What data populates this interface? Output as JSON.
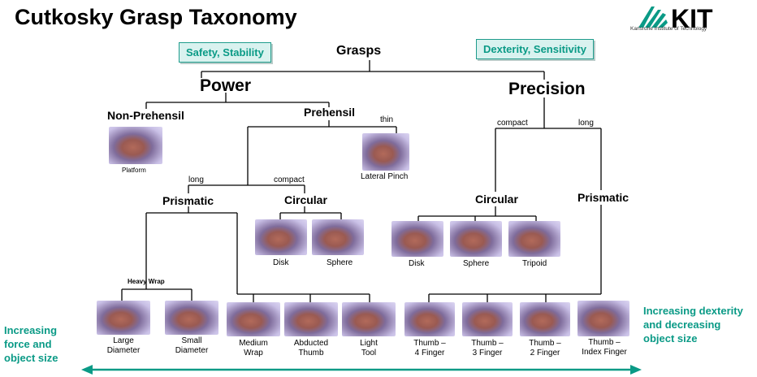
{
  "title": "Cutkosky Grasp Taxonomy",
  "logo": {
    "text": "KIT",
    "subtitle": "Karlsruhe Institute of Technology",
    "accent": "#0a9a86"
  },
  "tags": {
    "left": "Safety, Stability",
    "right": "Dexterity, Sensitivity"
  },
  "tree": {
    "root": "Grasps",
    "power": "Power",
    "precision": "Precision",
    "non_prehensil": "Non-Prehensil",
    "prehensil": "Prehensil",
    "power_prismatic": "Prismatic",
    "power_circular": "Circular",
    "heavy_wrap": "Heavy Wrap",
    "precision_circular": "Circular",
    "precision_prismatic": "Prismatic"
  },
  "edge_labels": {
    "thin": "thin",
    "long_power": "long",
    "compact_power": "compact",
    "compact_precision": "compact",
    "long_precision": "long"
  },
  "grasps": {
    "platform": "Platform",
    "lateral_pinch": "Lateral Pinch",
    "power_disk": "Disk",
    "power_sphere": "Sphere",
    "prec_disk": "Disk",
    "prec_sphere": "Sphere",
    "tripoid": "Tripoid",
    "large_diameter": [
      "Large",
      "Diameter"
    ],
    "small_diameter": [
      "Small",
      "Diameter"
    ],
    "medium_wrap": [
      "Medium",
      "Wrap"
    ],
    "abducted_thumb": [
      "Abducted",
      "Thumb"
    ],
    "light_tool": [
      "Light",
      "Tool"
    ],
    "thumb_4": [
      "Thumb –",
      "4 Finger"
    ],
    "thumb_3": [
      "Thumb –",
      "3 Finger"
    ],
    "thumb_2": [
      "Thumb –",
      "2 Finger"
    ],
    "thumb_index": [
      "Thumb –",
      "Index Finger"
    ]
  },
  "side_left": [
    "Increasing",
    "force and",
    "object size"
  ],
  "side_right": [
    "Increasing dexterity",
    "and decreasing",
    "object size"
  ],
  "colors": {
    "accent": "#0a9a86",
    "tag_bg": "#d9f2ef"
  }
}
